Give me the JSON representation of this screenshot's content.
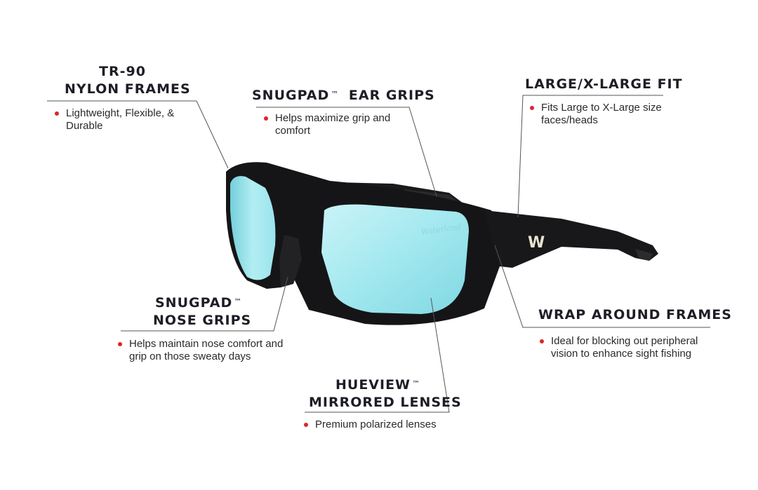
{
  "colors": {
    "bullet": "#d9262c",
    "heading": "#1d1d26",
    "leader_line": "#555555",
    "frame": "#141416",
    "lens": "#9fe7ef"
  },
  "product": {
    "lens_brand_mark": "Waterland",
    "temple_logo": "W"
  },
  "features": [
    {
      "id": "tr90",
      "title_line1": "TR-90",
      "title_line2": "Nylon Frames",
      "bullet": "Lightweight, Flexible, & Durable"
    },
    {
      "id": "ear-grips",
      "title_line1": "Snugpad",
      "tm": "™",
      "title_line1_rest": "Ear Grips",
      "bullet": "Helps maximize grip and comfort"
    },
    {
      "id": "fit",
      "title_line1": "Large/X-Large Fit",
      "bullet": "Fits Large to X-Large size faces/heads"
    },
    {
      "id": "nose-grips",
      "title_line1": "Snugpad",
      "tm": "™",
      "title_line2": "Nose Grips",
      "bullet": "Helps maintain nose comfort and grip on those sweaty days"
    },
    {
      "id": "wrap",
      "title_line1": "Wrap Around Frames",
      "bullet": "Ideal for blocking out peripheral vision to enhance sight fishing"
    },
    {
      "id": "lenses",
      "title_line1": "HueView",
      "tm": "™",
      "title_line2": "Mirrored Lenses",
      "bullet": "Premium polarized lenses"
    }
  ]
}
